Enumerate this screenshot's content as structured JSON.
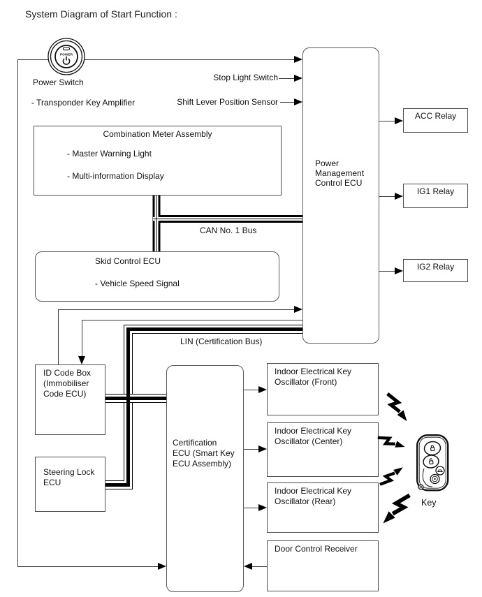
{
  "title": "System Diagram of Start Function :",
  "colors": {
    "wire": "#3b3b3b",
    "bus": "#000000",
    "box_border": "#4d4d4d",
    "text": "#111111",
    "background": "#ffffff"
  },
  "power_switch": {
    "label": "Power Switch",
    "button_text": "POWER"
  },
  "inputs": {
    "transponder": "- Transponder Key Amplifier",
    "stop_light_switch": "Stop Light Switch",
    "shift_lever_sensor": "Shift Lever Position Sensor"
  },
  "combination_meter": {
    "title": "Combination Meter Assembly",
    "items": [
      "- Master Warning Light",
      "- Multi-information Display"
    ]
  },
  "skid_ecu": {
    "title": "Skid Control ECU",
    "items": [
      "- Vehicle Speed Signal"
    ]
  },
  "pm_ecu": "Power\nManagement\nControl ECU",
  "relays": [
    "ACC Relay",
    "IG1 Relay",
    "IG2 Relay"
  ],
  "buses": {
    "can": "CAN No. 1 Bus",
    "lin": "LIN (Certification Bus)"
  },
  "id_code_box": "ID Code Box\n(Immobiliser\nCode ECU)",
  "steering_lock_ecu": "Steering Lock\nECU",
  "certification_ecu": "Certification\nECU (Smart Key\nECU Assembly)",
  "oscillators": [
    "Indoor Electrical Key\nOscillator (Front)",
    "Indoor Electrical Key\nOscillator (Center)",
    "Indoor Electrical Key\nOscillator (Rear)"
  ],
  "door_receiver": "Door Control Receiver",
  "key_label": "Key"
}
